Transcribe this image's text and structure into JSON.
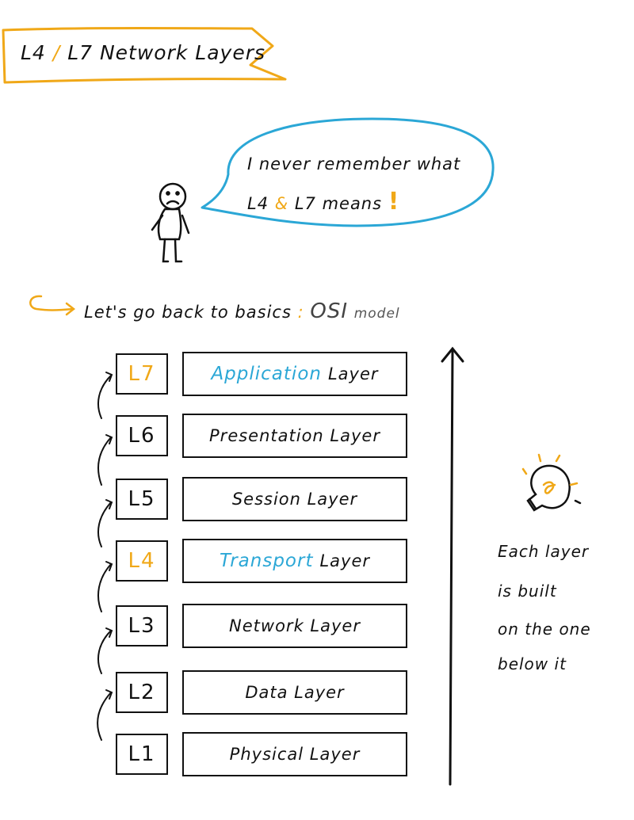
{
  "title": {
    "left": "L4",
    "slash": "/",
    "right": "L7 Network Layers"
  },
  "bubble": {
    "line1": "I never remember what",
    "line2_a": "L4",
    "line2_amp": "&",
    "line2_b": "L7 means",
    "exclaim": "!"
  },
  "basics": {
    "text": "Let's go back to basics",
    "dots": ":",
    "osi": "OSI",
    "model": "model"
  },
  "layers": [
    {
      "id": "L7",
      "name_highlight": "Application",
      "name_rest": "Layer",
      "highlight": true
    },
    {
      "id": "L6",
      "name_highlight": "",
      "name_rest": "Presentation Layer",
      "highlight": false
    },
    {
      "id": "L5",
      "name_highlight": "",
      "name_rest": "Session Layer",
      "highlight": false
    },
    {
      "id": "L4",
      "name_highlight": "Transport",
      "name_rest": "Layer",
      "highlight": true
    },
    {
      "id": "L3",
      "name_highlight": "",
      "name_rest": "Network Layer",
      "highlight": false
    },
    {
      "id": "L2",
      "name_highlight": "",
      "name_rest": "Data Layer",
      "highlight": false
    },
    {
      "id": "L1",
      "name_highlight": "",
      "name_rest": "Physical Layer",
      "highlight": false
    }
  ],
  "note": {
    "line1": "Each layer",
    "line2": "is built",
    "line3": "on the one",
    "line4": "below it"
  },
  "colors": {
    "accent_orange": "#f0a818",
    "accent_blue": "#2ba7d6",
    "ink": "#111111"
  },
  "icons": [
    "lightbulb-icon",
    "stick-figure-icon",
    "curved-arrow-icon",
    "up-arrow-icon"
  ]
}
